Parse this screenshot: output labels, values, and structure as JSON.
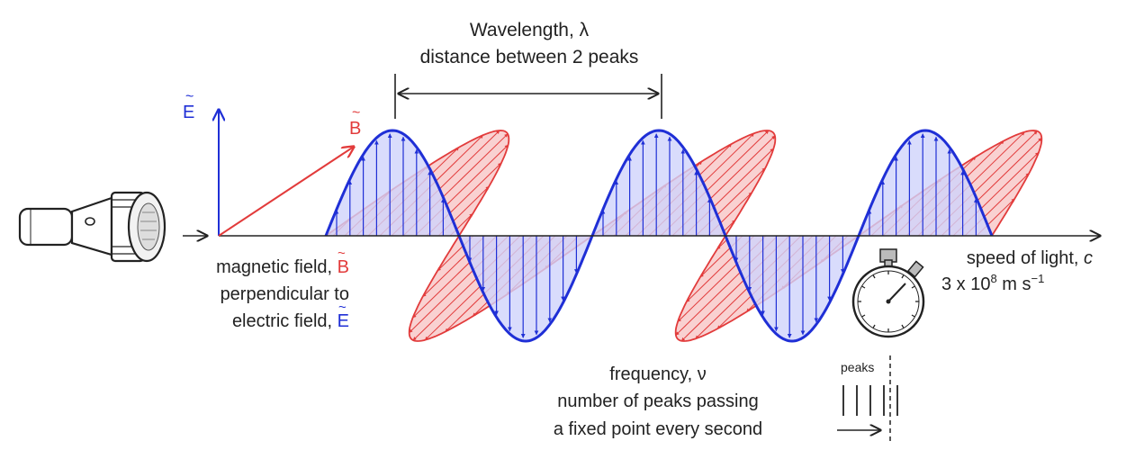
{
  "colors": {
    "electric": "#1f2fd6",
    "electric_fill": "#cfd3fb",
    "magnetic": "#e23b3b",
    "magnetic_fill": "#f8c9c9",
    "ink": "#222222"
  },
  "icons": [
    "flashlight-icon",
    "stopwatch-icon"
  ],
  "labels": {
    "e_symbol": "E",
    "b_symbol": "B",
    "tilde": "~",
    "wavelength_title": "Wavelength, λ",
    "wavelength_desc": "distance between 2 peaks",
    "mag_line1_text": "magnetic field, ",
    "mag_line1_sym": "B",
    "mag_line2": "perpendicular to",
    "mag_line3_text": "electric field, ",
    "mag_line3_sym": "E",
    "speed_line1_text": "speed of light, ",
    "speed_line1_var": "c",
    "speed_line2_a": "3 x 10",
    "speed_line2_exp": "8",
    "speed_line2_b": " m s",
    "speed_line2_exp2": "−1",
    "freq_line1": "frequency, ν",
    "freq_line2": "number of peaks passing",
    "freq_line3": "a fixed point every second",
    "peaks": "peaks"
  }
}
